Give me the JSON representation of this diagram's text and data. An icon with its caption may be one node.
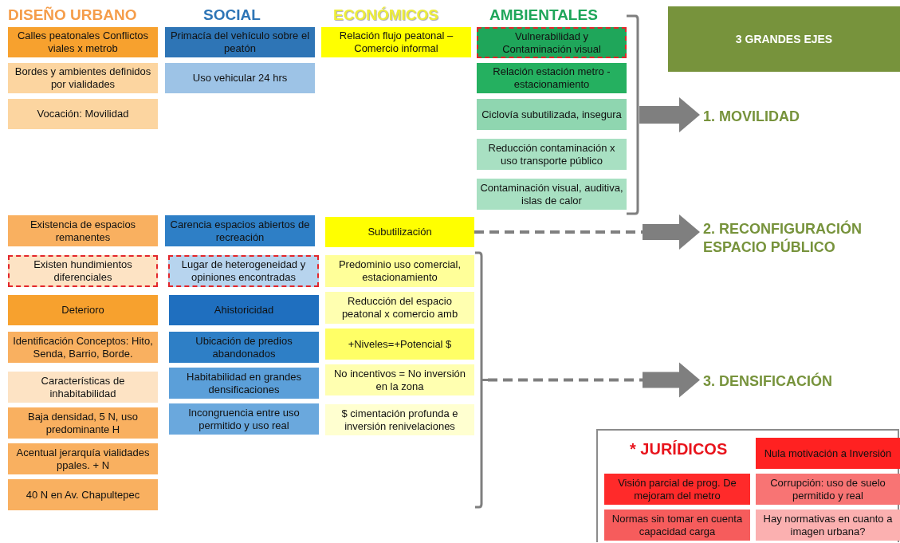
{
  "diagram": {
    "nodes": [
      {
        "text": [
          "Calles peatonales Conflictos viales x metrob"
        ]
      },
      {
        "text": [
          "Primacía del vehículo sobre el peatón"
        ]
      },
      {
        "text": [
          "Relación flujo peatonal – Comercio informal"
        ]
      },
      {
        "text": [
          "Vulnerabilidad y Contaminación visual"
        ]
      },
      {
        "text": [
          "3 GRANDES EJES"
        ]
      },
      {
        "text": [
          "Bordes y ambientes definidos por vialidades"
        ]
      },
      {
        "text": [
          "Uso vehicular 24 hrs"
        ]
      },
      {
        "text": [
          "Relación estación metro - estacionamiento"
        ]
      },
      {
        "text": [
          "Vocación: Movilidad"
        ]
      },
      {
        "text": [
          "Ciclovía subutilizada, insegura"
        ]
      },
      {
        "text": [],
        "shape": "bracket"
      },
      {
        "text": [
          "1. MOVILIDAD"
        ]
      },
      {
        "text": [
          "Reducción contaminación x uso transporte público"
        ]
      },
      {
        "text": [
          "Contaminación visual, auditiva, islas de calor"
        ]
      },
      {
        "text": [
          "Existencia de espacios remanentes"
        ]
      },
      {
        "text": [
          "Carencia espacios abiertos de recreación"
        ]
      },
      {
        "text": [
          "Subutilización"
        ]
      },
      {
        "text": [
          "2. RECONFIGURACIÓN ESPACIO PÚBLICO"
        ]
      },
      {
        "text": [
          "Existen hundimientos diferenciales"
        ]
      },
      {
        "text": [
          "Lugar de heterogeneidad y opiniones encontradas"
        ]
      },
      {
        "text": [
          "Predominio uso comercial, estacionamiento"
        ]
      },
      {
        "text": [],
        "shape": "bracket"
      },
      {
        "text": [
          "Deterioro"
        ]
      },
      {
        "text": [
          "Ahistoricidad"
        ]
      },
      {
        "text": [
          "Reducción del espacio peatonal x comercio amb"
        ]
      },
      {
        "text": [
          "Identificación Conceptos: Hito, Senda, Barrio, Borde."
        ]
      },
      {
        "text": [
          "Ubicación de predios abandonados"
        ]
      },
      {
        "text": [
          "+Niveles=+Potencial $"
        ]
      },
      {
        "text": [
          "Características de inhabitabilidad"
        ]
      },
      {
        "text": [
          "Habitabilidad en grandes densificaciones"
        ]
      },
      {
        "text": [
          "No incentivos = No inversión en la zona"
        ]
      },
      {
        "text": [
          "3. DENSIFICACIÓN"
        ]
      },
      {
        "text": [
          "Baja densidad, 5 N, uso predominante H"
        ]
      },
      {
        "text": [
          "Incongruencia entre uso permitido y uso real"
        ]
      },
      {
        "text": [
          "$ cimentación profunda e inversión renivelaciones"
        ]
      },
      {
        "text": [
          "Acentual jerarquía vialidades ppales. + N"
        ]
      },
      {
        "text": [
          "40 N en Av. Chapultepec"
        ]
      },
      {
        "text": [
          "* JURÍDICOS"
        ]
      },
      {
        "text": [
          "Nula motivación a Inversión"
        ],
        "in": 37
      },
      {
        "text": [
          "Visión parcial de prog. De mejoram del metro"
        ],
        "in": 37
      },
      {
        "text": [
          "Corrupción: uso de suelo permitido y real"
        ],
        "in": 37
      },
      {
        "text": [
          "Normas sin tomar en cuenta capacidad carga"
        ],
        "in": 37
      },
      {
        "text": [
          "Hay normativas en cuanto a imagen urbana?"
        ],
        "in": 37
      }
    ],
    "edges": [
      {
        "from": 10,
        "to": 11,
        "arrow": "to",
        "style": "thick"
      },
      {
        "from": 16,
        "to": 17,
        "arrow": "to",
        "style": "dashed"
      },
      {
        "from": 21,
        "to": 31,
        "arrow": "to",
        "style": "dashed"
      }
    ],
    "labels": [
      "DISEÑO URBANO",
      "SOCIAL",
      "ECONÓMICOS",
      "AMBIENTALES"
    ]
  }
}
